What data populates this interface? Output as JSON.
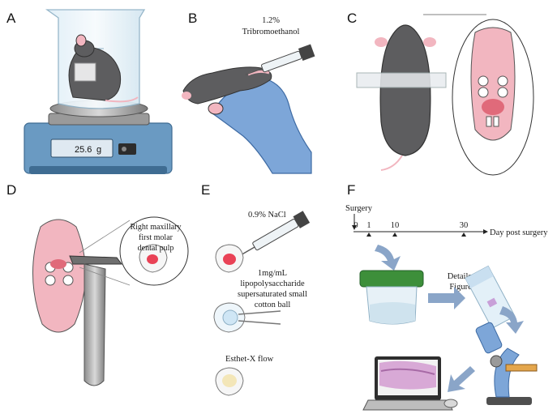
{
  "panels": {
    "a": {
      "letter": "A",
      "scale_value": "25.6",
      "scale_unit": "g"
    },
    "b": {
      "letter": "B",
      "drug_line1": "1.2%",
      "drug_line2": "Tribromoethanol"
    },
    "c": {
      "letter": "C"
    },
    "d": {
      "letter": "D",
      "callout_line1": "Right maxillary",
      "callout_line2": "first molar",
      "callout_line3": "dental pulp"
    },
    "e": {
      "letter": "E",
      "saline": "0.9% NaCl",
      "lps_line1": "1mg/mL",
      "lps_line2": "lipopolysaccharide",
      "lps_line3": "supersaturated small",
      "lps_line4": "cotton ball",
      "filler": "Esthet-X flow"
    },
    "f": {
      "letter": "F",
      "surgery": "Surgery",
      "timeline_axis": "Day post surgery",
      "ticks": [
        "0",
        "1",
        "10",
        "30"
      ],
      "details_line1": "Details in",
      "details_line2": "Figure 2"
    }
  },
  "colors": {
    "mouse": "#5d5d5f",
    "pink": "#f2b6c0",
    "glove": "#7da6d8",
    "arrow": "#8aa5c8",
    "lid": "#3d8f3a",
    "balance": "#5f8db5",
    "pulp": "#e94256",
    "filler": "#f3e6b8"
  },
  "icons": [
    "beaker-icon",
    "balance-icon",
    "syringe-icon",
    "gloved-hand-icon",
    "mouse-icon",
    "open-mouth-icon",
    "dental-drill-icon",
    "tooth-icon",
    "cotton-ball-icon",
    "specimen-jar-icon",
    "glass-slide-icon",
    "microscope-icon",
    "laptop-icon",
    "arrow-icon"
  ]
}
